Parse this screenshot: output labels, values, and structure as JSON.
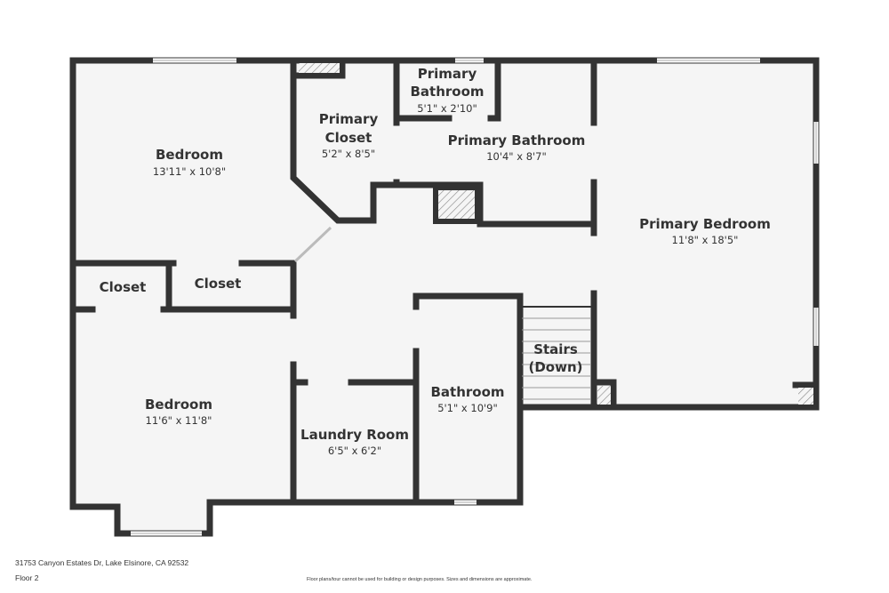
{
  "rooms": {
    "bedroom1": {
      "name": "Bedroom",
      "dims": "13'11\" x 10'8\""
    },
    "primary_closet": {
      "name1": "Primary",
      "name2": "Closet",
      "dims": "5'2\" x 8'5\""
    },
    "primary_bath_small": {
      "name1": "Primary",
      "name2": "Bathroom",
      "dims": "5'1\" x 2'10\""
    },
    "primary_bath": {
      "name": "Primary Bathroom",
      "dims": "10'4\" x 8'7\""
    },
    "primary_bedroom": {
      "name": "Primary Bedroom",
      "dims": "11'8\" x 18'5\""
    },
    "closet1": {
      "name": "Closet"
    },
    "closet2": {
      "name": "Closet"
    },
    "bedroom2": {
      "name": "Bedroom",
      "dims": "11'6\" x 11'8\""
    },
    "laundry": {
      "name": "Laundry Room",
      "dims": "6'5\" x 6'2\""
    },
    "bathroom": {
      "name": "Bathroom",
      "dims": "5'1\" x 10'9\""
    },
    "stairs": {
      "name1": "Stairs",
      "name2": "(Down)"
    }
  },
  "footer": {
    "address": "31753 Canyon Estates Dr, Lake Elsinore, CA 92532",
    "floor": "Floor 2",
    "disclaimer": "Floor plans/tour cannot be used for building or design purposes. Sizes and dimensions are approximate."
  },
  "colors": {
    "wall": "#333333",
    "floor": "#f5f5f5"
  }
}
